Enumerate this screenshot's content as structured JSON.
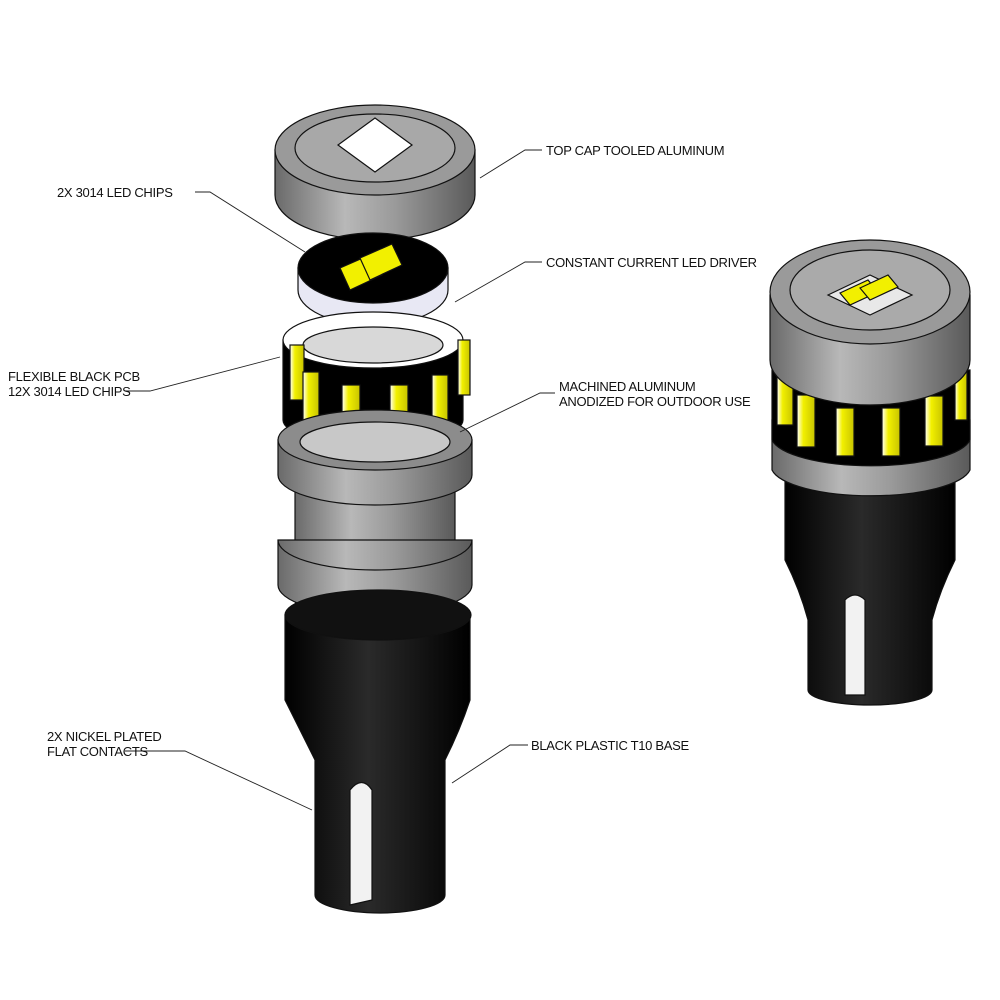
{
  "labels": {
    "top_cap": "TOP CAP TOOLED ALUMINUM",
    "led_chips_top": "2X 3014 LED CHIPS",
    "driver": "CONSTANT CURRENT LED DRIVER",
    "pcb_line1": "FLEXIBLE BLACK PCB",
    "pcb_line2": "12X 3014 LED CHIPS",
    "aluminum_line1": "MACHINED ALUMINUM",
    "aluminum_line2": "ANODIZED FOR OUTDOOR USE",
    "contacts_line1": "2X NICKEL PLATED",
    "contacts_line2": "FLAT CONTACTS",
    "base": "BLACK PLASTIC T10 BASE"
  },
  "colors": {
    "aluminum": "#8a8a8a",
    "black": "#0a0a0a",
    "led_yellow": "#f2f000",
    "white": "#ffffff"
  }
}
